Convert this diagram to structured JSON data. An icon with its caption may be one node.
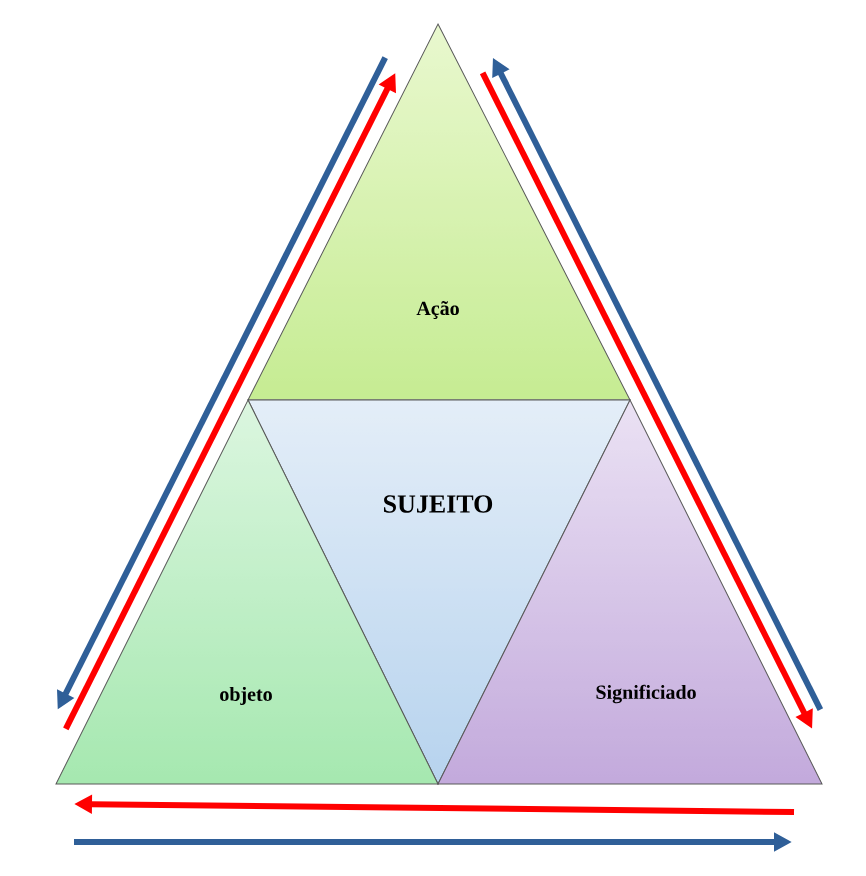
{
  "diagram": {
    "nodes": [
      {
        "text": [
          "Ação"
        ]
      },
      {
        "text": [
          "SUJEITO"
        ]
      },
      {
        "text": [
          "objeto"
        ]
      },
      {
        "text": [
          "Significiado"
        ]
      }
    ],
    "edges": [
      {
        "from": 2,
        "to": 0,
        "arrow": "to",
        "color": "#ff0000"
      },
      {
        "from": 0,
        "to": 3,
        "arrow": "to",
        "color": "#ff0000"
      },
      {
        "from": 3,
        "to": 2,
        "arrow": "to",
        "color": "#ff0000"
      },
      {
        "from": 0,
        "to": 2,
        "arrow": "to",
        "color": "#2f5f98"
      },
      {
        "from": 3,
        "to": 0,
        "arrow": "to",
        "color": "#2f5f98"
      },
      {
        "from": 2,
        "to": 3,
        "arrow": "to",
        "color": "#2f5f98"
      }
    ]
  }
}
